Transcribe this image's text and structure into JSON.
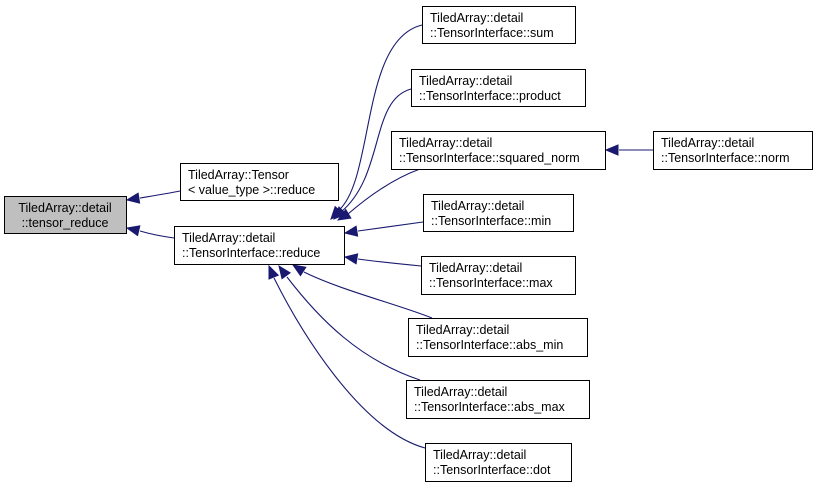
{
  "diagram": {
    "type": "call-graph",
    "edge_color": "#191970",
    "root_fill": "#bfbfbf",
    "node_fill": "#ffffff",
    "nodes": [
      {
        "id": "tensor_reduce",
        "line1": "TiledArray::detail",
        "line2": "::tensor_reduce",
        "root": true
      },
      {
        "id": "tensor_value_reduce",
        "line1": "TiledArray::Tensor",
        "line2": "< value_type >::reduce"
      },
      {
        "id": "ti_reduce",
        "line1": "TiledArray::detail",
        "line2": "::TensorInterface::reduce"
      },
      {
        "id": "ti_sum",
        "line1": "TiledArray::detail",
        "line2": "::TensorInterface::sum"
      },
      {
        "id": "ti_product",
        "line1": "TiledArray::detail",
        "line2": "::TensorInterface::product"
      },
      {
        "id": "ti_squared_norm",
        "line1": "TiledArray::detail",
        "line2": "::TensorInterface::squared_norm"
      },
      {
        "id": "ti_norm",
        "line1": "TiledArray::detail",
        "line2": "::TensorInterface::norm"
      },
      {
        "id": "ti_min",
        "line1": "TiledArray::detail",
        "line2": "::TensorInterface::min"
      },
      {
        "id": "ti_max",
        "line1": "TiledArray::detail",
        "line2": "::TensorInterface::max"
      },
      {
        "id": "ti_abs_min",
        "line1": "TiledArray::detail",
        "line2": "::TensorInterface::abs_min"
      },
      {
        "id": "ti_abs_max",
        "line1": "TiledArray::detail",
        "line2": "::TensorInterface::abs_max"
      },
      {
        "id": "ti_dot",
        "line1": "TiledArray::detail",
        "line2": "::TensorInterface::dot"
      }
    ],
    "edges": [
      {
        "from": "tensor_value_reduce",
        "to": "tensor_reduce"
      },
      {
        "from": "ti_reduce",
        "to": "tensor_reduce"
      },
      {
        "from": "ti_sum",
        "to": "ti_reduce"
      },
      {
        "from": "ti_product",
        "to": "ti_reduce"
      },
      {
        "from": "ti_squared_norm",
        "to": "ti_reduce"
      },
      {
        "from": "ti_norm",
        "to": "ti_squared_norm"
      },
      {
        "from": "ti_min",
        "to": "ti_reduce"
      },
      {
        "from": "ti_max",
        "to": "ti_reduce"
      },
      {
        "from": "ti_abs_min",
        "to": "ti_reduce"
      },
      {
        "from": "ti_abs_max",
        "to": "ti_reduce"
      },
      {
        "from": "ti_dot",
        "to": "ti_reduce"
      }
    ]
  }
}
